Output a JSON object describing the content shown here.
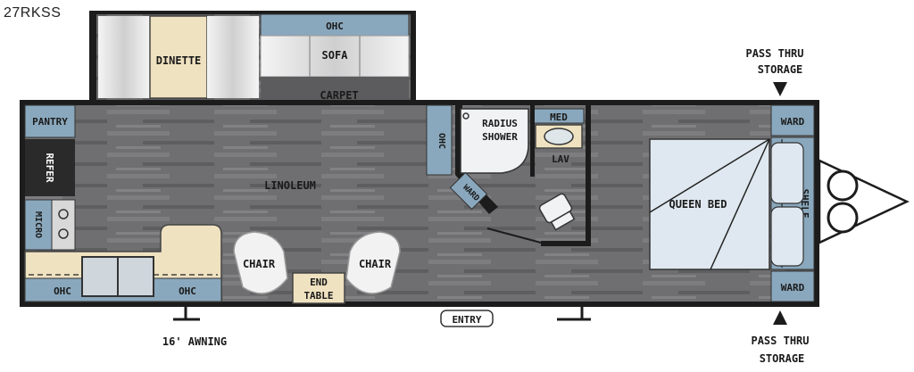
{
  "model": "27RKSS",
  "labels": {
    "dinette": "DINETTE",
    "ohc": "OHC",
    "sofa": "SOFA",
    "carpet": "CARPET",
    "pantry": "PANTRY",
    "refer": "REFER",
    "micro": "MICRO",
    "linoleum": "LINOLEUM",
    "radius_shower_1": "RADIUS",
    "radius_shower_2": "SHOWER",
    "med": "MED",
    "lav": "LAV",
    "ward": "WARD",
    "queen_bed": "QUEEN BED",
    "shelf": "SHELF",
    "chair": "CHAIR",
    "end_table_1": "END",
    "end_table_2": "TABLE",
    "entry": "ENTRY",
    "awning": "16' AWNING",
    "pass_thru_1": "PASS THRU",
    "pass_thru_2": "STORAGE"
  },
  "colors": {
    "floor": "#6e6e70",
    "cabinet": "#8aa8bd",
    "wall": "#1c1c1c",
    "bed": "#dfe8f0",
    "tan": "#efe2c0"
  }
}
